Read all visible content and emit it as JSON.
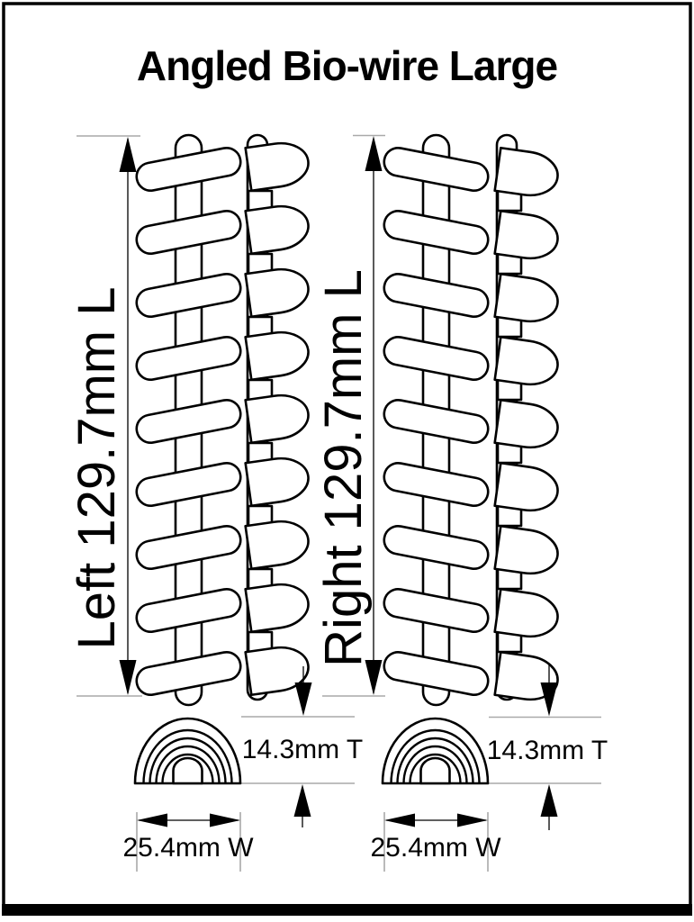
{
  "title": "Angled Bio-wire Large",
  "devices": [
    {
      "side": "left",
      "length_label": "Left 129.7mm L"
    },
    {
      "side": "right",
      "length_label": "Right 129.7mm L"
    }
  ],
  "dimensions": {
    "thickness_label": "14.3mm T",
    "width_label": "25.4mm W"
  },
  "colors": {
    "line": "#000000",
    "extension_line": "#a9a9a9",
    "background": "#ffffff"
  }
}
